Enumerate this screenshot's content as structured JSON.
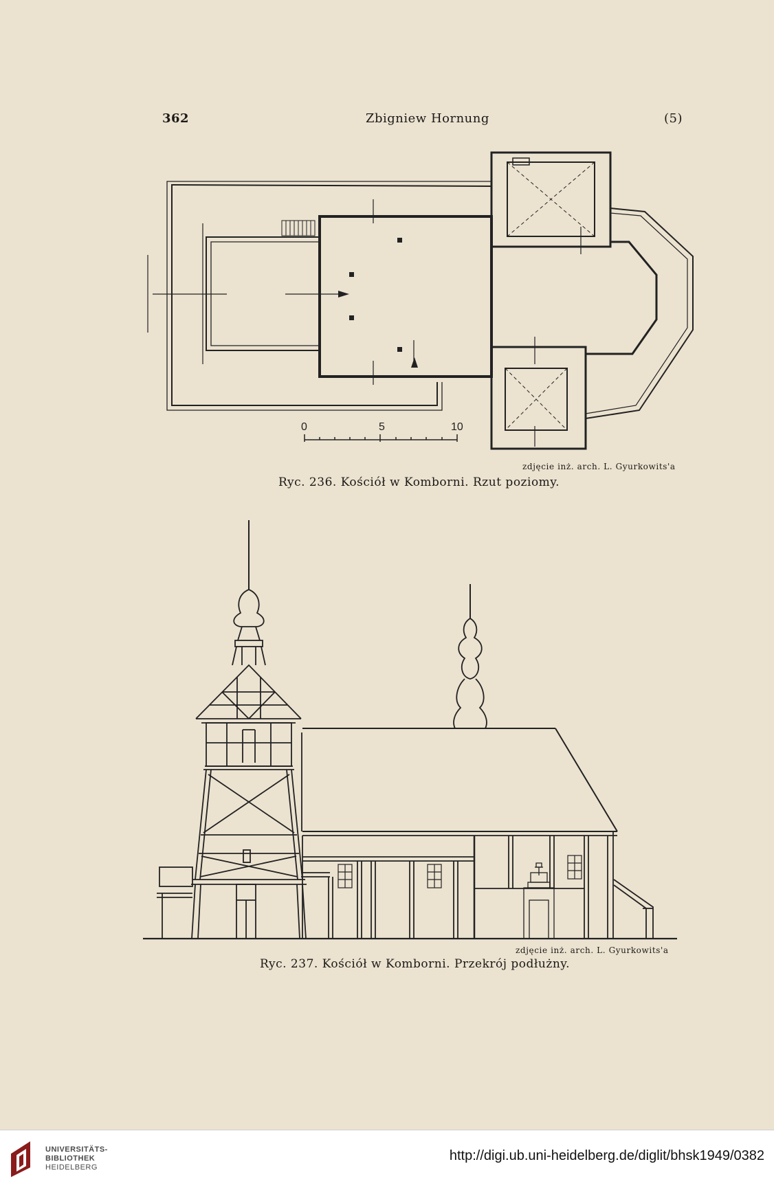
{
  "header": {
    "page_number": "362",
    "running_title": "Zbigniew Hornung",
    "section_number": "(5)"
  },
  "figure_236": {
    "scale_labels": [
      "0",
      "5",
      "10"
    ],
    "credit": "zdjęcie inż. arch. L. Gyurkowits'a",
    "caption": "Ryc. 236. Kościół w Komborni. Rzut poziomy."
  },
  "figure_237": {
    "credit": "zdjęcie inż. arch. L. Gyurkowits'a",
    "caption": "Ryc. 237. Kościół w Komborni. Przekrój podłużny."
  },
  "footer": {
    "logo_line1": "UNIVERSITÄTS-",
    "logo_line2": "BIBLIOTHEK",
    "logo_line3": "HEIDELBERG",
    "url": "http://digi.ub.uni-heidelberg.de/diglit/bhsk1949/0382"
  }
}
